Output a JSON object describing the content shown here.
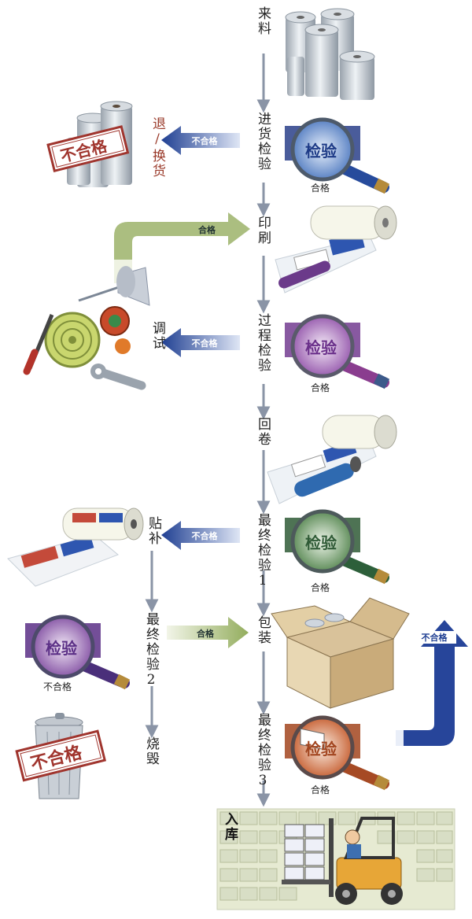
{
  "steps": {
    "incoming": "来料",
    "incoming_inspection": "进货检验",
    "return_exchange": "退/换货",
    "printing": "印刷",
    "adjust": "调试",
    "process_inspection": "过程检验",
    "rewind": "回卷",
    "final_inspection_1": "最终检验1",
    "patch": "贴补",
    "final_inspection_2": "最终检验2",
    "packaging": "包装",
    "final_inspection_3": "最终检验3",
    "burn": "烧毁",
    "warehouse": "入库"
  },
  "labels": {
    "pass": "合格",
    "fail": "不合格"
  },
  "stamps": {
    "reject_stamp_1": "不合格",
    "reject_stamp_2": "不合格"
  },
  "magnifier_text": "检验",
  "colors": {
    "main_arrow": "#8a94a6",
    "fail_arrow": "#2c4fa3",
    "pass_arrow": "#9cb36a",
    "stamp_red": "#a0352e"
  }
}
